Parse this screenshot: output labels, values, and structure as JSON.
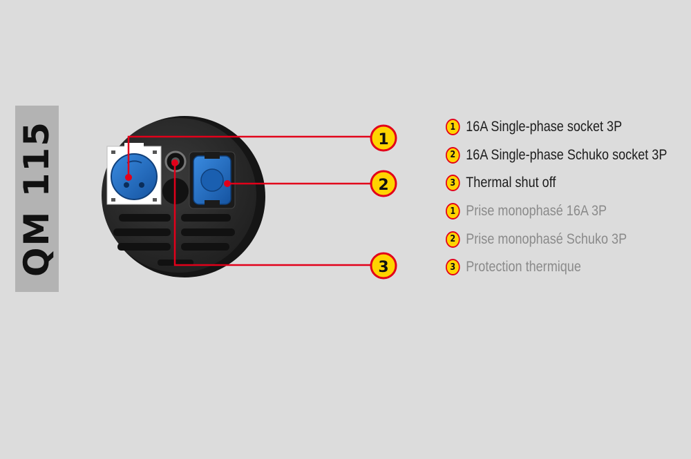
{
  "model": {
    "label": "QM 115"
  },
  "callouts": [
    {
      "number": "1"
    },
    {
      "number": "2"
    },
    {
      "number": "3"
    }
  ],
  "legend": [
    {
      "number": "1",
      "text": "16A Single-phase socket 3P",
      "lang": "en"
    },
    {
      "number": "2",
      "text": "16A Single-phase Schuko socket 3P",
      "lang": "en"
    },
    {
      "number": "3",
      "text": "Thermal shut off",
      "lang": "en"
    },
    {
      "number": "1",
      "text": "Prise monophasé 16A 3P",
      "lang": "fr"
    },
    {
      "number": "2",
      "text": "Prise monophasé Schuko 3P",
      "lang": "fr"
    },
    {
      "number": "3",
      "text": "Protection thermique",
      "lang": "fr"
    }
  ],
  "colors": {
    "background": "#dcdcdc",
    "panel": "#2b2b2b",
    "leader_line": "#e2001a",
    "badge_fill": "#ffd400",
    "badge_border": "#e2001a",
    "socket_blue": "#1f6fc0",
    "text_primary": "#1c1c1c",
    "text_secondary": "#8a8a8a"
  }
}
